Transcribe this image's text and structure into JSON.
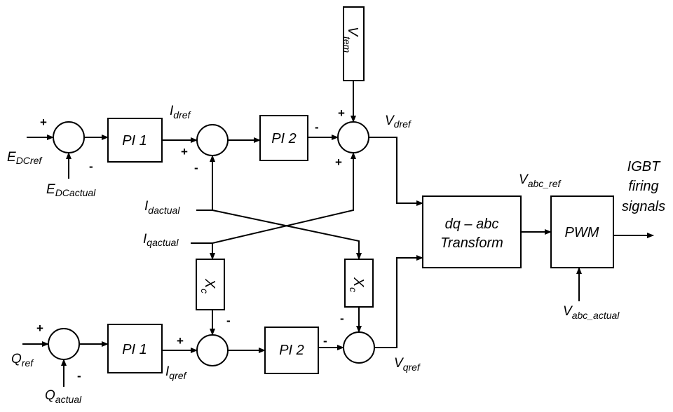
{
  "blocks": {
    "pi1_d": "PI 1",
    "pi2_d": "PI 2",
    "pi1_q": "PI 1",
    "pi2_q": "PI 2",
    "transform_line1": "dq – abc",
    "transform_line2": "Transform",
    "pwm": "PWM",
    "xc": "X",
    "xc_sub": "c",
    "vtem": "V",
    "vtem_sub": "tem"
  },
  "signals": {
    "edc_ref": {
      "main": "E",
      "sub": "DCref"
    },
    "edc_actual": {
      "main": "E",
      "sub": "DCactual"
    },
    "id_ref": {
      "main": "I",
      "sub": "dref"
    },
    "id_actual": {
      "main": "I",
      "sub": "dactual"
    },
    "iq_actual": {
      "main": "I",
      "sub": "qactual"
    },
    "iq_ref": {
      "main": "I",
      "sub": "qref"
    },
    "vd_ref": {
      "main": "V",
      "sub": "dref"
    },
    "vq_ref": {
      "main": "V",
      "sub": "qref"
    },
    "q_ref": {
      "main": "Q",
      "sub": "ref"
    },
    "q_actual": {
      "main": "Q",
      "sub": "actual"
    },
    "vabc_ref": {
      "main": "V",
      "sub": "abc_ref"
    },
    "vabc_actual": {
      "main": "V",
      "sub": "abc_actual"
    },
    "output_line1": "IGBT",
    "output_line2": "firing",
    "output_line3": "signals"
  },
  "signs": {
    "plus": "+",
    "minus": "-"
  }
}
